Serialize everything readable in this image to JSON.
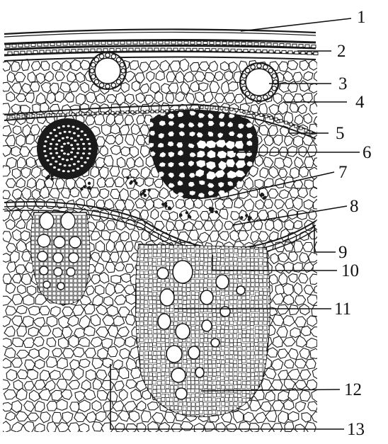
{
  "figure": {
    "callout_numbers": [
      "1",
      "2",
      "3",
      "4",
      "5",
      "6",
      "7",
      "8",
      "9",
      "10",
      "11",
      "12",
      "13"
    ],
    "ink_color": "#1a1a1a",
    "background_color": "#ffffff"
  }
}
